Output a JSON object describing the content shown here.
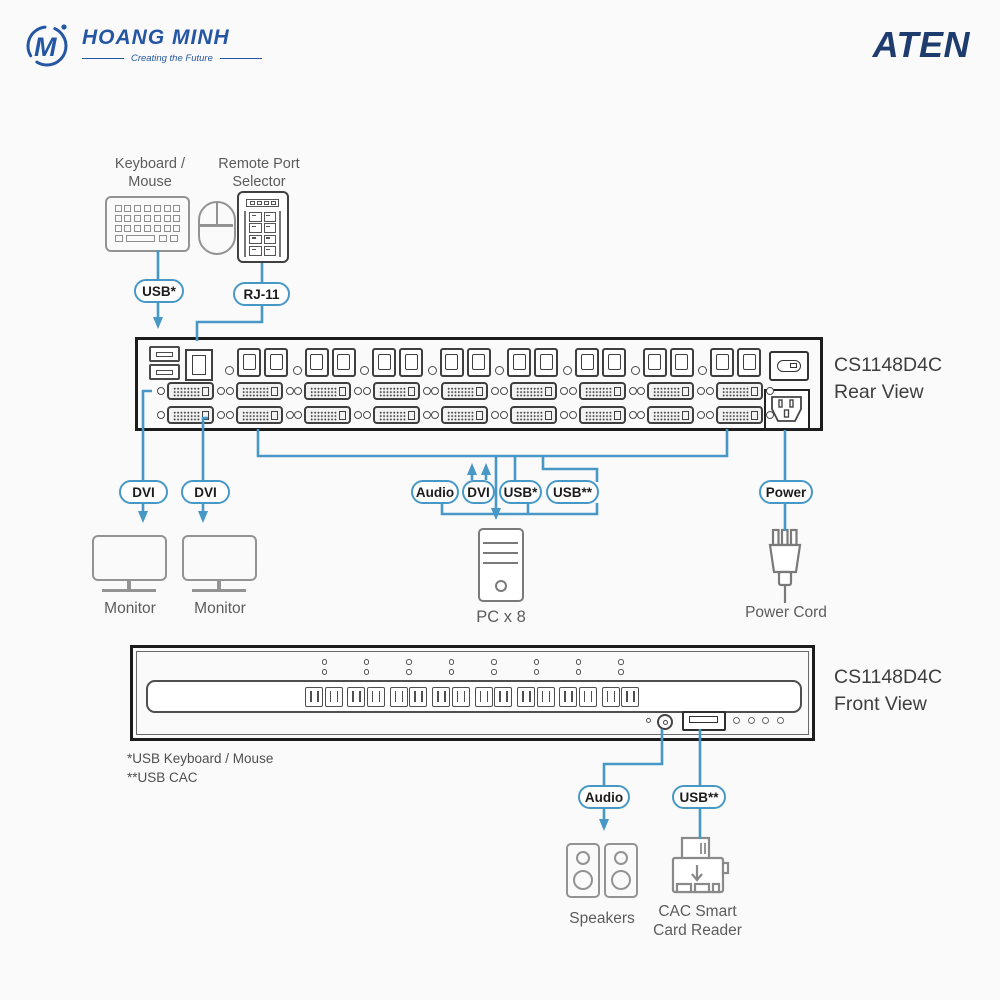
{
  "brand": {
    "name": "HOANG MINH",
    "tagline": "Creating the Future",
    "monogram": "M"
  },
  "aten_logo": "ATEN",
  "colors": {
    "line_blue": "#4798C6",
    "brand_blue": "#2456A4",
    "aten_navy": "#1E3C6E"
  },
  "rear_diagram": {
    "keyboard_mouse_label_1": "Keyboard /",
    "keyboard_mouse_label_2": "Mouse",
    "remote_selector_label_1": "Remote Port",
    "remote_selector_label_2": "Selector",
    "pill_usb_keyboard": "USB*",
    "pill_rj11": "RJ-11",
    "pill_dvi_monitor1": "DVI",
    "pill_dvi_monitor2": "DVI",
    "pill_audio": "Audio",
    "pill_dvi": "DVI",
    "pill_usb_star": "USB*",
    "pill_usb_dstar": "USB**",
    "pill_power": "Power",
    "monitor1_label": "Monitor",
    "monitor2_label": "Monitor",
    "pc_label": "PC x 8",
    "power_cord_label": "Power Cord",
    "device": {
      "model": "CS1148D4C",
      "view": "Rear View",
      "usb_port_groups": 8,
      "dvi_columns": 9,
      "dvi_rows": 2
    }
  },
  "front_diagram": {
    "device": {
      "model": "CS1148D4C",
      "view": "Front View",
      "pushbutton_groups": 8,
      "status_leds": 4
    },
    "pill_audio": "Audio",
    "pill_usb_dstar": "USB**",
    "speakers_label": "Speakers",
    "cac_label_1": "CAC Smart",
    "cac_label_2": "Card Reader"
  },
  "footnotes": [
    "*USB Keyboard / Mouse",
    "**USB CAC"
  ]
}
